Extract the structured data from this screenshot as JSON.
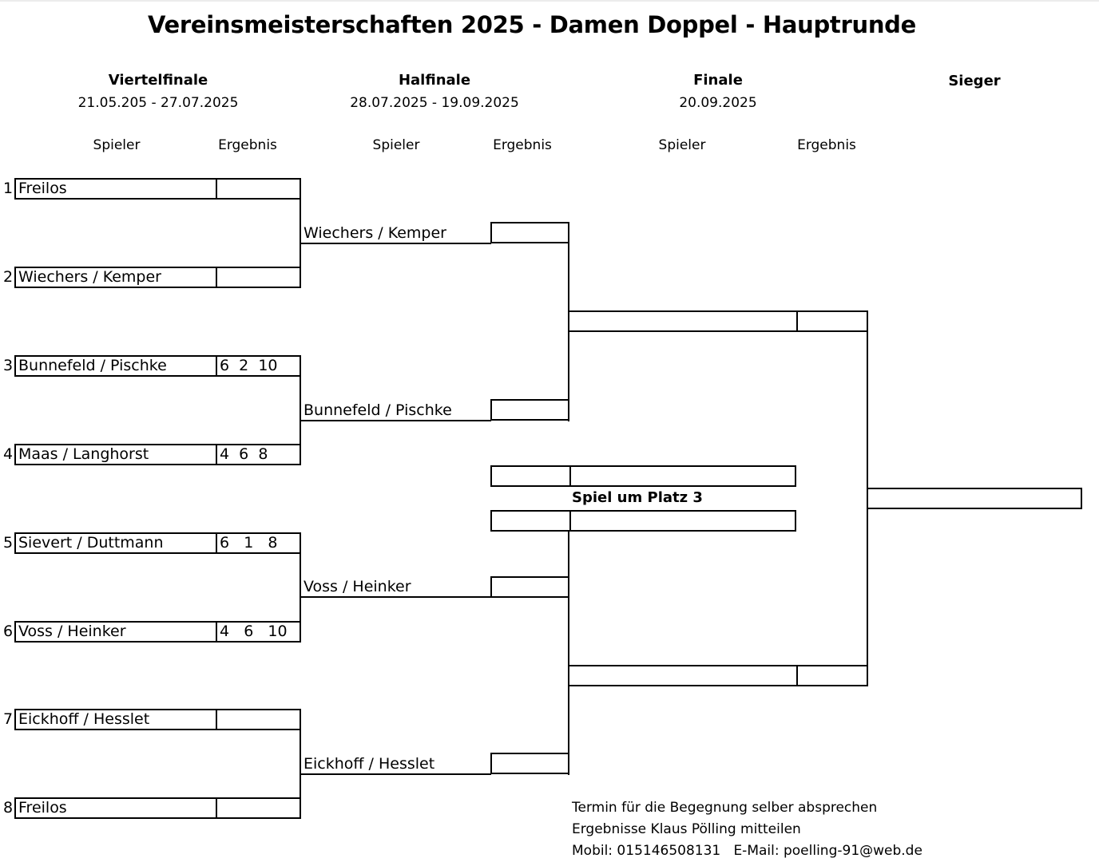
{
  "title": "Vereinsmeisterschaften 2025 - Damen Doppel - Hauptrunde",
  "rounds": [
    {
      "name": "Viertelfinale",
      "dates": "21.05.205 - 27.07.2025"
    },
    {
      "name": "Halfinale",
      "dates": "28.07.2025 - 19.09.2025"
    },
    {
      "name": "Finale",
      "dates": "20.09.2025"
    },
    {
      "name": "Sieger",
      "dates": ""
    }
  ],
  "column_headers": {
    "player": "Spieler",
    "result": "Ergebnis"
  },
  "quarterfinal": [
    {
      "seed": "1",
      "player": "Freilos",
      "result": ""
    },
    {
      "seed": "2",
      "player": "Wiechers / Kemper",
      "result": ""
    },
    {
      "seed": "3",
      "player": "Bunnefeld / Pischke",
      "result": "6  2  10"
    },
    {
      "seed": "4",
      "player": "Maas / Langhorst",
      "result": "4  6  8"
    },
    {
      "seed": "5",
      "player": "Sievert / Duttmann",
      "result": "6   1   8"
    },
    {
      "seed": "6",
      "player": "Voss / Heinker",
      "result": "4   6   10"
    },
    {
      "seed": "7",
      "player": "Eickhoff / Hesslet",
      "result": ""
    },
    {
      "seed": "8",
      "player": "Freilos",
      "result": ""
    }
  ],
  "semifinal": [
    {
      "player": "Wiechers / Kemper",
      "result": ""
    },
    {
      "player": "Bunnefeld / Pischke",
      "result": ""
    },
    {
      "player": "Voss / Heinker",
      "result": ""
    },
    {
      "player": "Eickhoff / Hesslet",
      "result": ""
    }
  ],
  "final": [
    {
      "player": "",
      "result": ""
    },
    {
      "player": "",
      "result": ""
    }
  ],
  "third_place": {
    "label": "Spiel um Platz 3",
    "player_a": "",
    "player_b": ""
  },
  "winner": "",
  "notes": [
    "Termin für die Begegnung selber absprechen",
    "Ergebnisse Klaus Pölling mitteilen",
    "Mobil: 015146508131   E-Mail: poelling-91@web.de"
  ]
}
